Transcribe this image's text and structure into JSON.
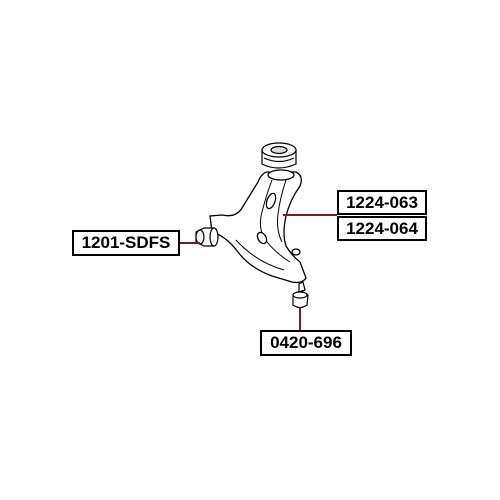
{
  "labels": {
    "bushing_front": "1201-SDFS",
    "control_arm_left": "1224-063",
    "control_arm_right": "1224-064",
    "ball_joint": "0420-696"
  },
  "colors": {
    "leader_line": "#7a1a1a",
    "outline": "#000000",
    "part_fill": "#ffffff"
  }
}
